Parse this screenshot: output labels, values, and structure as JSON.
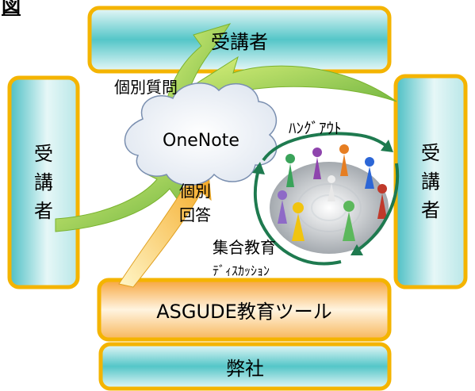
{
  "header_fragment": "図",
  "nodes": {
    "top_student": "受講者",
    "left_student": [
      "受",
      "講",
      "者"
    ],
    "right_student": [
      "受",
      "講",
      "者"
    ],
    "tool": "ASGUDE教育ツール",
    "company": "弊社",
    "cloud": "OneNote"
  },
  "labels": {
    "individual_question": "個別質問",
    "individual_answer": [
      "個別",
      "回答"
    ],
    "hangout": "ﾊﾝｸﾞｱｳﾄ",
    "group_education": "集合教育",
    "discussion": "ﾃﾞｨｽｶｯｼｮﾝ"
  },
  "colors": {
    "box_border": "#f4b400",
    "box_fill_top": "#ffffff",
    "box_fill_mid": "#4dc3c7",
    "tool_fill": "#f8b75a",
    "arrow_green": "#8cc63f",
    "arrow_yellow": "#f6c02e",
    "cycle_arrow": "#1e7a4f",
    "cloud_stroke": "#7a8fb0"
  }
}
